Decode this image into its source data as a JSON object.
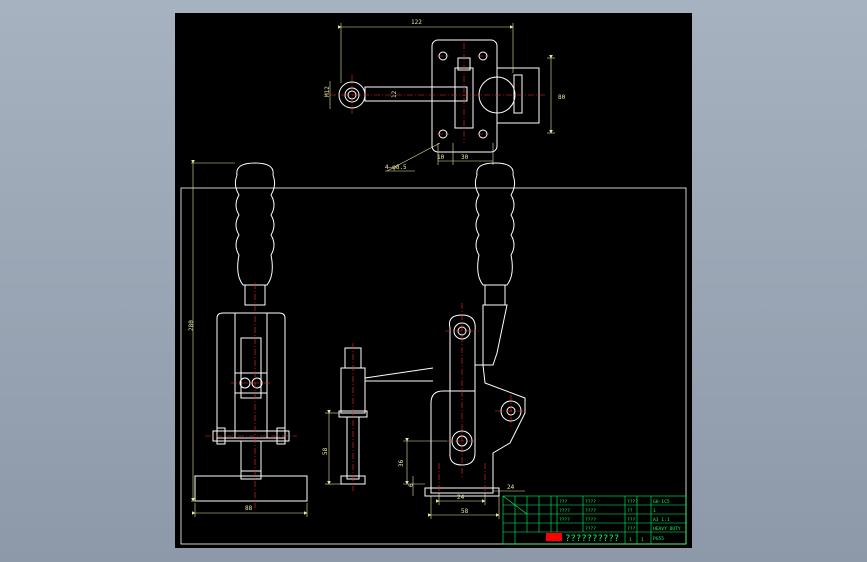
{
  "colors": {
    "desktop": "#9aa6b5",
    "canvas": "#000000",
    "outline": "#ffffff",
    "dimension": "#e8e8a0",
    "centerline": "#ff2a2a",
    "titleblock": "#00ff66",
    "red_mark": "#ff0000"
  },
  "dimensions": {
    "top_width": "122",
    "top_bore": "M12",
    "top_inner": "12",
    "top_height": "80",
    "hole_left": "10",
    "hole_spacing": "30",
    "hole_dia": "4—φ8.5",
    "front_height": "280",
    "base_width": "88",
    "spindle_height": "58",
    "pivot_height": "36",
    "base_thk": "6",
    "slot_width": "24",
    "base_span": "58",
    "right_offset": "24"
  },
  "title_block": {
    "row1": [
      "????",
      "???",
      "GH-1C5",
      "????"
    ],
    "row2": [
      "????",
      "????",
      "1",
      "??"
    ],
    "row3": [
      "????",
      "????",
      "A3 1:1",
      "???"
    ],
    "row4": [
      "????",
      "HEAVY DUTY",
      "PG55",
      "???"
    ],
    "big_title": "??????????",
    "sheet": "1",
    "sheets": "1"
  }
}
